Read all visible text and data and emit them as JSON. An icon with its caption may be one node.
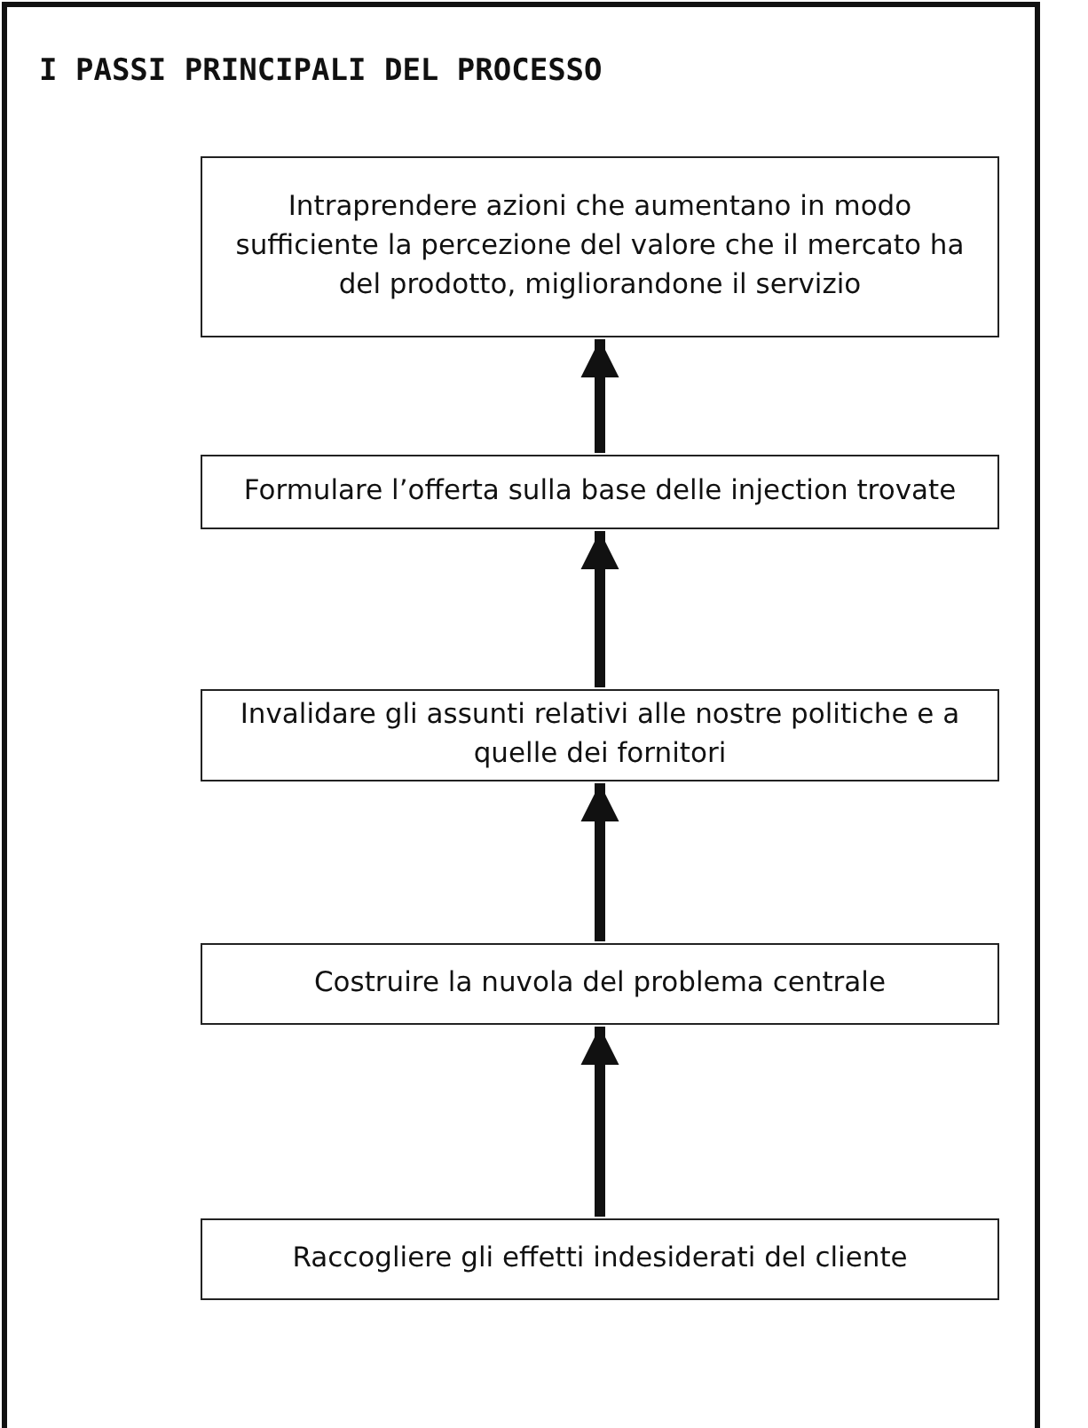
{
  "diagram": {
    "title": "I PASSI PRINCIPALI DEL PROCESSO",
    "nodes": [
      {
        "text": [
          "Intraprendere azioni che aumentano in modo sufficiente la percezione del valore che il mercato ha del prodotto, migliorandone il servizio"
        ]
      },
      {
        "text": [
          "Formulare l’offerta sulla base delle injection trovate"
        ]
      },
      {
        "text": [
          "Invalidare gli assunti relativi alle nostre politiche e a quelle dei fornitori"
        ]
      },
      {
        "text": [
          "Costruire la nuvola del problema centrale"
        ]
      },
      {
        "text": [
          "Raccogliere gli effetti indesiderati del cliente"
        ]
      }
    ],
    "edges": [
      {
        "from": 4,
        "to": 3,
        "arrow": "to"
      },
      {
        "from": 3,
        "to": 2,
        "arrow": "to"
      },
      {
        "from": 2,
        "to": 1,
        "arrow": "to"
      },
      {
        "from": 1,
        "to": 0,
        "arrow": "to"
      }
    ]
  }
}
